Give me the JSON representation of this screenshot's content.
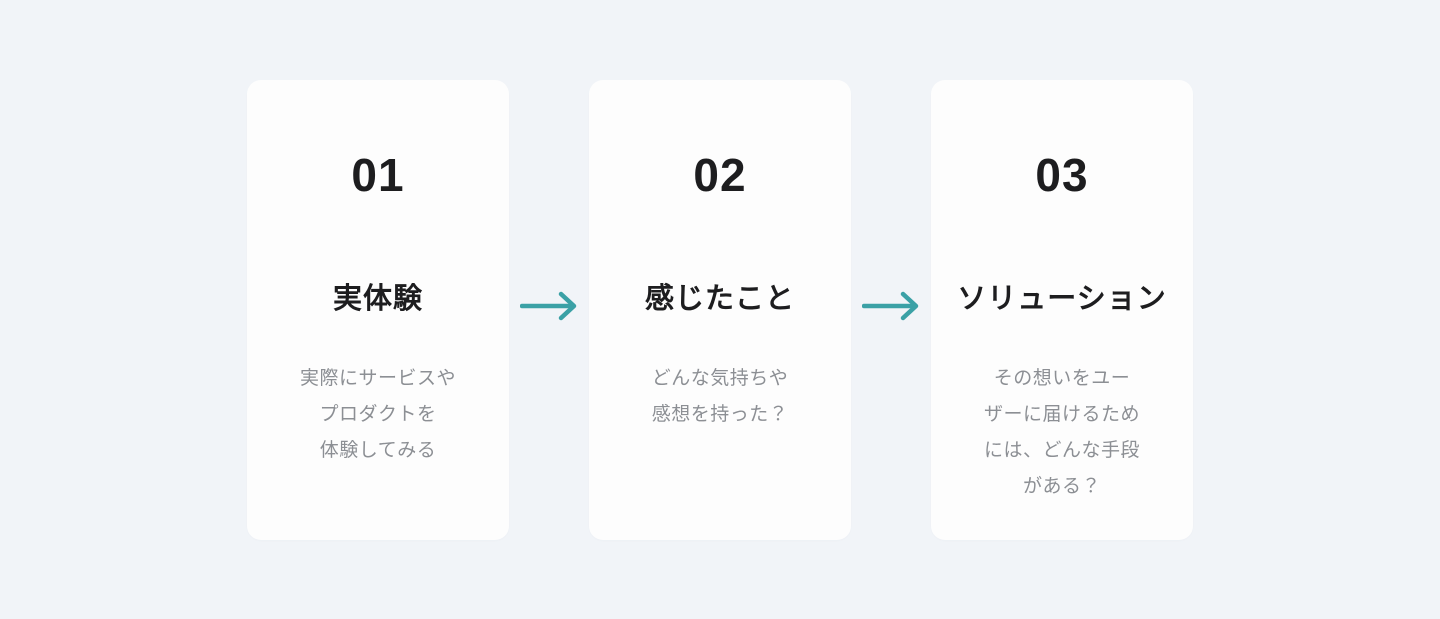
{
  "diagram": {
    "background_color": "#f1f4f8",
    "card_background_color": "#fdfdfd",
    "number_color": "#1d1d1f",
    "title_color": "#1d1d1f",
    "description_color": "#8c8f94",
    "arrow_color": "#3ba1a6",
    "between_steps_icon": "arrow-right-icon"
  },
  "steps": [
    {
      "number": "01",
      "title": "実体験",
      "lines": [
        "実際にサービスや",
        "プロダクトを",
        "体験してみる"
      ]
    },
    {
      "number": "02",
      "title": "感じたこと",
      "lines": [
        "どんな気持ちや",
        "感想を持った？"
      ]
    },
    {
      "number": "03",
      "title": "ソリューション",
      "lines": [
        "その想いをユー",
        "ザーに届けるため",
        "には、どんな手段",
        "がある？"
      ]
    }
  ]
}
